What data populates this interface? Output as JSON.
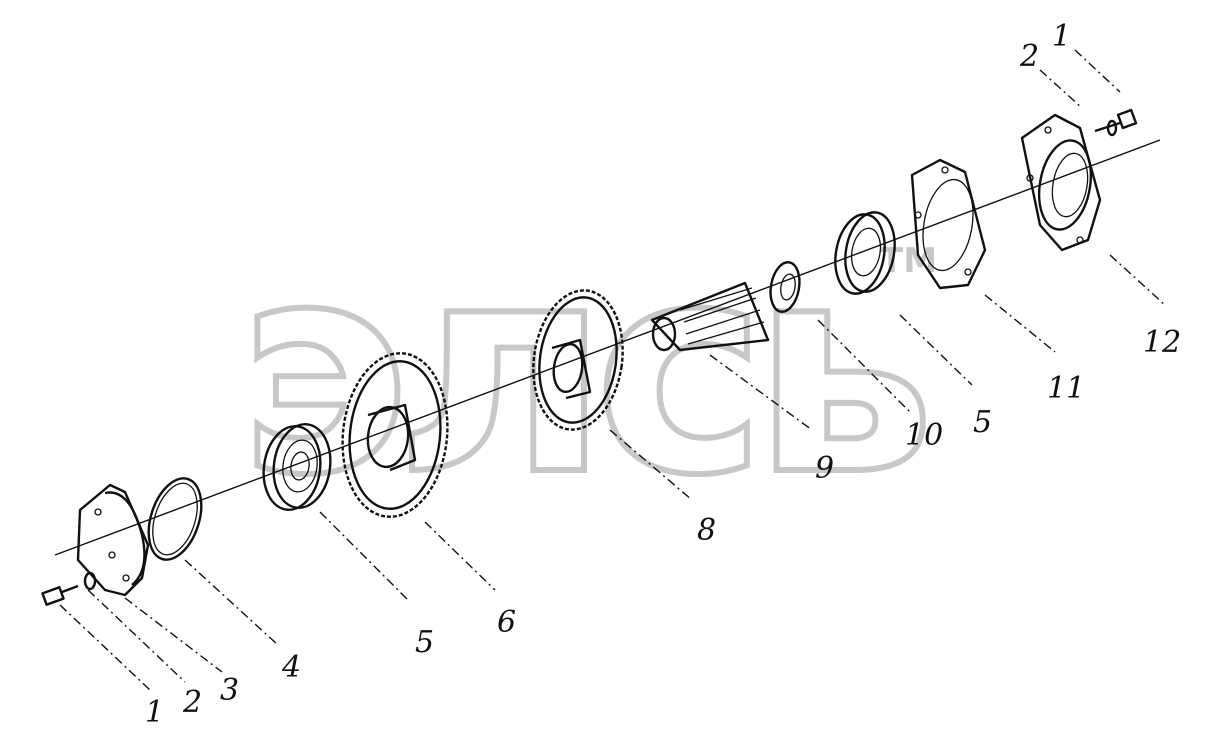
{
  "diagram": {
    "watermark": {
      "text": "элсь",
      "mark": "TM"
    },
    "callouts": [
      {
        "id": "label-1-left",
        "text": "1"
      },
      {
        "id": "label-2-left",
        "text": "2"
      },
      {
        "id": "label-3",
        "text": "3"
      },
      {
        "id": "label-4",
        "text": "4"
      },
      {
        "id": "label-5-left",
        "text": "5"
      },
      {
        "id": "label-6",
        "text": "6"
      },
      {
        "id": "label-8",
        "text": "8"
      },
      {
        "id": "label-9",
        "text": "9"
      },
      {
        "id": "label-10",
        "text": "10"
      },
      {
        "id": "label-5-right",
        "text": "5"
      },
      {
        "id": "label-11",
        "text": "11"
      },
      {
        "id": "label-12",
        "text": "12"
      },
      {
        "id": "label-2-right",
        "text": "2"
      },
      {
        "id": "label-1-right",
        "text": "1"
      }
    ],
    "parts": [
      "bolt-left",
      "washer-left",
      "end-cover-left",
      "o-ring",
      "bearing-left",
      "large-gear",
      "second-gear",
      "splined-shaft",
      "spacer-ring",
      "bearing-right",
      "gasket",
      "bearing-cap-right",
      "washer-right",
      "bolt-right"
    ]
  }
}
